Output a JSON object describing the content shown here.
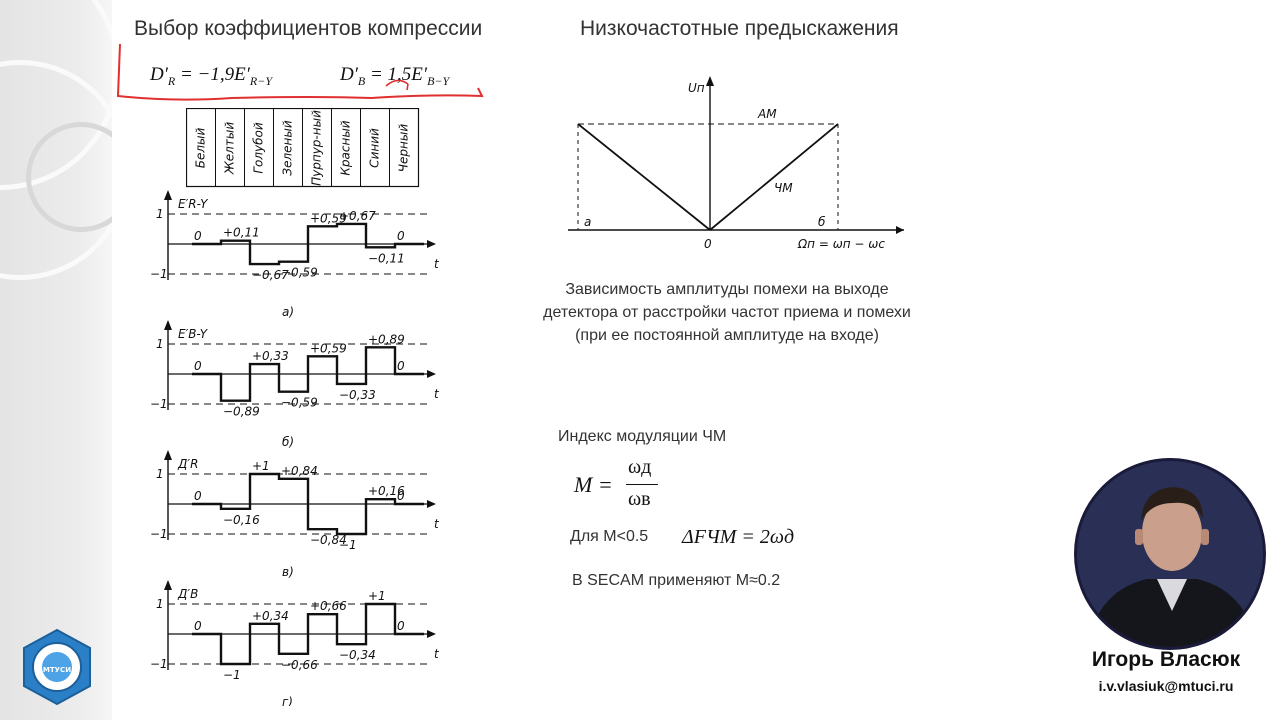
{
  "slide": {
    "title_left": "Выбор коэффициентов компрессии",
    "title_right": "Низкочастотные предыскажения"
  },
  "formulas": {
    "dr_lhs": "D′",
    "dr_lhs_sub": "R",
    "dr_rhs": " = −1,9E′",
    "dr_rhs_sub": "R−Y",
    "db_lhs": "D′",
    "db_lhs_sub": "B",
    "db_rhs": " = 1,5E′",
    "db_rhs_sub": "B−Y"
  },
  "color_table": [
    "Белый",
    "Желтый",
    "Голубой",
    "Зеленый",
    "Пурпур-ный",
    "Красный",
    "Синий",
    "Черный"
  ],
  "waveforms": [
    {
      "axis_label": "E′R-Y",
      "caption": "а)",
      "values": [
        "0",
        "+0,11",
        "−0,67",
        "−0,59",
        "+0,59",
        "+0,67",
        "−0,11",
        "0"
      ]
    },
    {
      "axis_label": "E′B-Y",
      "caption": "б)",
      "values": [
        "0",
        "−0,89",
        "+0,33",
        "−0,59",
        "+0,59",
        "−0,33",
        "+0,89",
        "0"
      ]
    },
    {
      "axis_label": "Д′R",
      "caption": "в)",
      "values": [
        "0",
        "−0,16",
        "+1",
        "+0,84",
        "−0,84",
        "−1",
        "+0,16",
        "0"
      ]
    },
    {
      "axis_label": "Д′B",
      "caption": "г)",
      "values": [
        "0",
        "−1",
        "+0,34",
        "−0,66",
        "+0,66",
        "−0,34",
        "+1",
        "0"
      ]
    }
  ],
  "axis_ticks": {
    "one": "1",
    "minus_one": "−1",
    "t": "t"
  },
  "right_graph": {
    "y_label": "Uп",
    "am_label": "АМ",
    "fm_label": "ЧМ",
    "a_label": "а",
    "b_label": "б",
    "origin": "0",
    "x_label": "Ωп = ωп − ωс"
  },
  "caption_text": "Зависимость амплитуды помехи на выходе детектора от расстройки частот приема и помехи (при ее постоянной амплитуде на входе)",
  "fm_index": {
    "heading": "Индекс модуляции ЧМ",
    "formula_lhs": "M =",
    "numerator": "ωд",
    "denominator": "ωв",
    "condition": "Для М<0.5",
    "bandwidth": "ΔFЧМ = 2ωд",
    "secam_note": "В SECAM применяют М≈0.2"
  },
  "logo": {
    "text": "МТУСИ"
  },
  "presenter": {
    "name": "Игорь Власюк",
    "email": "i.v.vlasiuk@mtuci.ru"
  }
}
